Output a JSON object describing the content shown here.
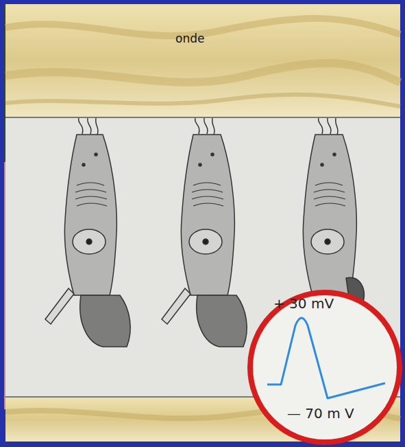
{
  "diagram": {
    "nodes": [
      {
        "text": [
          "+ 30 mV",
          "— 70 m V"
        ]
      }
    ],
    "labels": [
      "onde"
    ]
  }
}
